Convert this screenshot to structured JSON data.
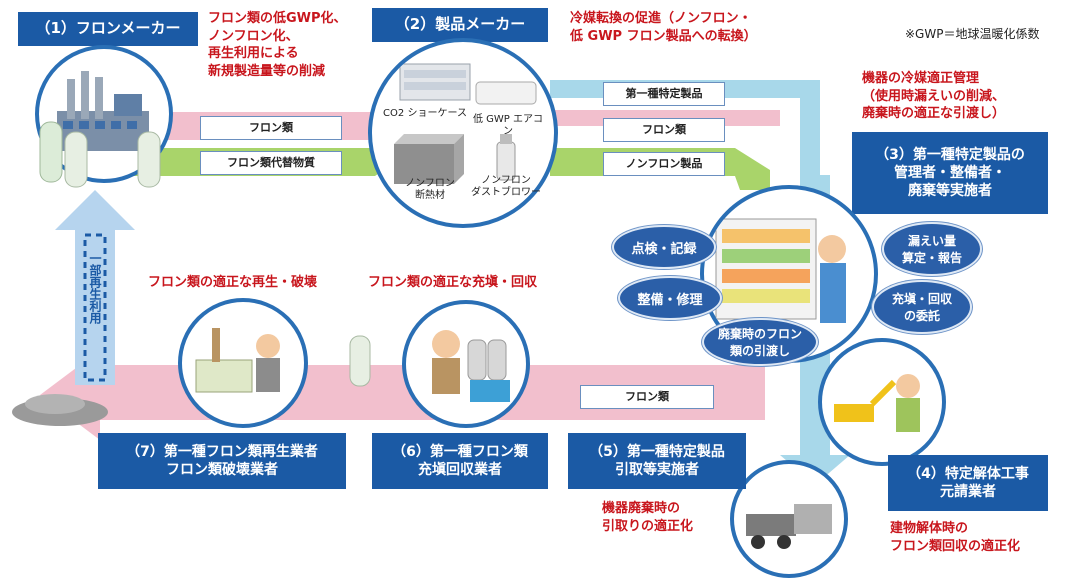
{
  "footnote": "※GWP＝地球温暖化係数",
  "stakeholders": {
    "s1": {
      "title": "（1）フロンメーカー"
    },
    "s2": {
      "title": "（2）製品メーカー"
    },
    "s3": {
      "line1": "（3）第一種特定製品の",
      "line2": "管理者・整備者・",
      "line3": "廃棄等実施者"
    },
    "s4": {
      "line1": "（4）特定解体工事",
      "line2": "元請業者"
    },
    "s5": {
      "line1": "（5）第一種特定製品",
      "line2": "引取等実施者"
    },
    "s6": {
      "line1": "（6）第一種フロン類",
      "line2": "充塡回収業者"
    },
    "s7": {
      "line1": "（7）第一種フロン類再生業者",
      "line2": "フロン類破壊業者"
    }
  },
  "notes": {
    "maker": {
      "line1": "フロン類の低GWP化、",
      "line2": "ノンフロン化、",
      "line3": "再生利用による",
      "line4": "新規製造量等の削減"
    },
    "product": {
      "line1": "冷媒転換の促進（ノンフロン・",
      "line2": "低 GWP フロン製品への転換）"
    },
    "manager": {
      "line1": "機器の冷媒適正管理",
      "line2": "（使用時漏えいの削減、",
      "line3": "廃棄時の適正な引渡し）"
    },
    "recycle": "フロン類の適正な再生・破壊",
    "recovery": "フロン類の適正な充塡・回収",
    "takeover": {
      "line1": "機器廃棄時の",
      "line2": "引取りの適正化"
    },
    "demolition": {
      "line1": "建物解体時の",
      "line2": "フロン類回収の適正化"
    }
  },
  "flow_labels": {
    "f1": "フロン類",
    "f2": "フロン類代替物質",
    "f3": "第一種特定製品",
    "f4": "フロン類",
    "f5": "ノンフロン製品",
    "f6": "フロン類"
  },
  "product_labels": {
    "showcase": "CO2 ショーケース",
    "aircon": "低 GWP エアコン",
    "insulation": {
      "line1": "ノンフロン",
      "line2": "断熱材"
    },
    "duster": {
      "line1": "ノンフロン",
      "line2": "ダストブロワー"
    }
  },
  "actions": {
    "inspect": "点検・記録",
    "maintain": "整備・修理",
    "handover": {
      "line1": "廃棄時のフロン",
      "line2": "類の引渡し"
    },
    "leak": {
      "line1": "漏えい量",
      "line2": "算定・報告"
    },
    "consign": {
      "line1": "充塡・回収",
      "line2": "の委託"
    }
  },
  "reuse_label": "一部再生利用",
  "colors": {
    "box_blue": "#1b5aa5",
    "accent_red": "#c8161d",
    "pink_flow": "#f2bfcd",
    "green_flow": "#8cc63f",
    "cyan_flow": "#9fd3e8",
    "circle_border": "#2a6fb5"
  }
}
